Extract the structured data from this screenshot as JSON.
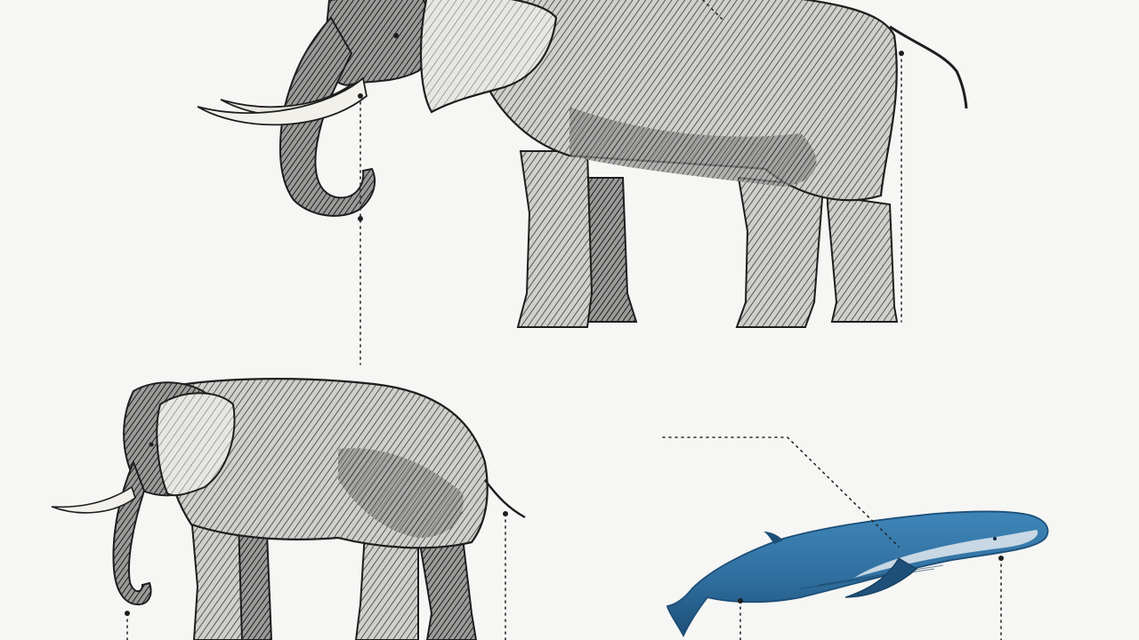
{
  "figure": {
    "subjects": [
      {
        "id": "large-elephant",
        "kind": "elephant",
        "style": "crosshatched ink"
      },
      {
        "id": "small-elephant",
        "kind": "elephant",
        "style": "crosshatched ink"
      },
      {
        "id": "blue-whale",
        "kind": "whale",
        "style": "colored"
      }
    ],
    "connector_style": "dotted",
    "colors": {
      "background": "#f6f6f4",
      "ink": "#1e1e1e",
      "ink_light": "#8a8a8a",
      "whale_blue": "#2f6e9e",
      "whale_dark": "#1d4f78",
      "whale_belly": "#d8e2ea",
      "tusk": "#f2f0ea"
    }
  }
}
